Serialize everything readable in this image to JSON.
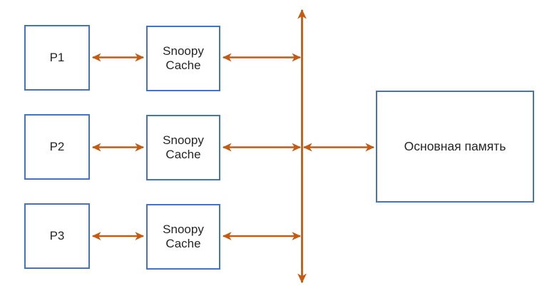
{
  "diagram": {
    "title": "Snoopy cache coherence bus diagram",
    "colors": {
      "box_border": "#4472C4",
      "connector": "#C55A11",
      "text": "#262626",
      "background": "#FFFFFF"
    },
    "processors": [
      {
        "id": "p1",
        "label": "P1"
      },
      {
        "id": "p2",
        "label": "P2"
      },
      {
        "id": "p3",
        "label": "P3"
      }
    ],
    "caches": [
      {
        "id": "cache1",
        "label": "Snoopy\nCache"
      },
      {
        "id": "cache2",
        "label": "Snoopy\nCache"
      },
      {
        "id": "cache3",
        "label": "Snoopy\nCache"
      }
    ],
    "memory": {
      "id": "main-memory",
      "label": "Основная память"
    },
    "bus": {
      "id": "system-bus",
      "label": ""
    },
    "connectors": [
      {
        "id": "p1-cache1",
        "from": "p1",
        "to": "cache1",
        "arrow": "both"
      },
      {
        "id": "cache1-bus",
        "from": "cache1",
        "to": "system-bus",
        "arrow": "both"
      },
      {
        "id": "p2-cache2",
        "from": "p2",
        "to": "cache2",
        "arrow": "both"
      },
      {
        "id": "cache2-bus",
        "from": "cache2",
        "to": "system-bus",
        "arrow": "both"
      },
      {
        "id": "p3-cache3",
        "from": "p3",
        "to": "cache3",
        "arrow": "both"
      },
      {
        "id": "cache3-bus",
        "from": "cache3",
        "to": "system-bus",
        "arrow": "both"
      },
      {
        "id": "bus-memory",
        "from": "system-bus",
        "to": "main-memory",
        "arrow": "both"
      },
      {
        "id": "bus-line",
        "from": "system-bus",
        "to": "system-bus",
        "arrow": "both"
      }
    ]
  }
}
